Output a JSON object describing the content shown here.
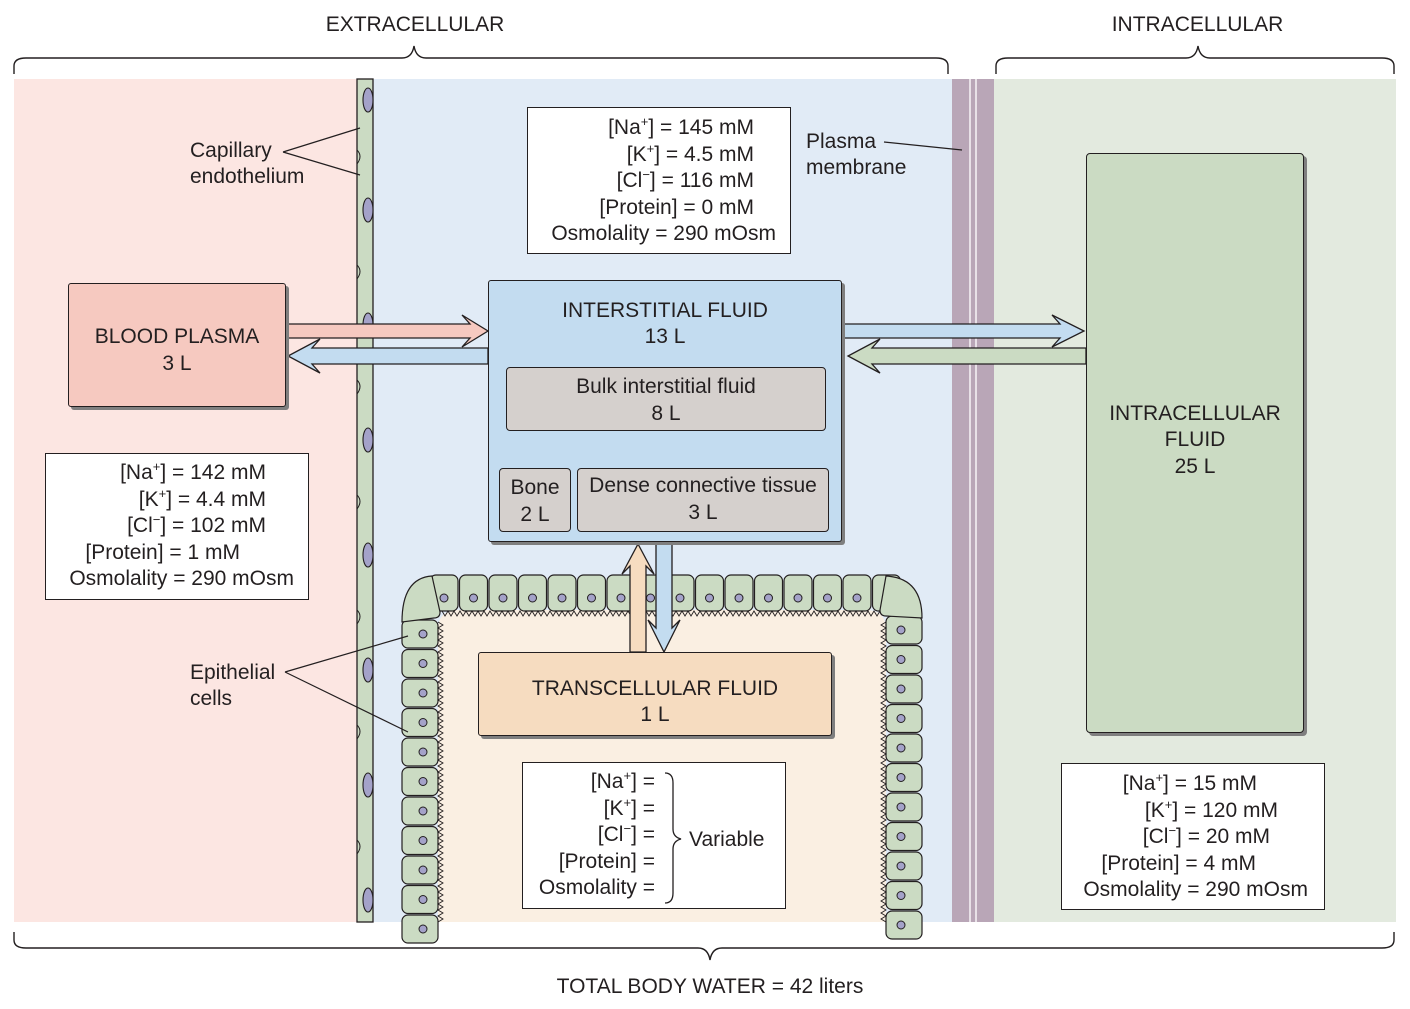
{
  "headers": {
    "extracellular": "EXTRACELLULAR",
    "intracellular": "INTRACELLULAR",
    "total": "TOTAL BODY WATER = 42 liters"
  },
  "labels": {
    "capillary_line1": "Capillary",
    "capillary_line2": "endothelium",
    "plasma_membrane_line1": "Plasma",
    "plasma_membrane_line2": "membrane",
    "epithelial_line1": "Epithelial",
    "epithelial_line2": "cells"
  },
  "compartments": {
    "blood_plasma": {
      "name": "BLOOD PLASMA",
      "volume": "3 L",
      "color": "#f6c9c0"
    },
    "interstitial": {
      "name": "INTERSTITIAL FLUID",
      "volume": "13 L",
      "color": "#c3dcf0"
    },
    "bulk": {
      "name": "Bulk interstitial fluid",
      "volume": "8 L",
      "color": "#d5d0cd"
    },
    "bone": {
      "name": "Bone",
      "volume": "2 L",
      "color": "#d5d0cd"
    },
    "dense": {
      "name": "Dense connective tissue",
      "volume": "3 L",
      "color": "#d5d0cd"
    },
    "transcellular": {
      "name": "TRANSCELLULAR FLUID",
      "volume": "1 L",
      "color": "#f6dcc0"
    },
    "intracellular": {
      "name_line1": "INTRACELLULAR",
      "name_line2": "FLUID",
      "volume": "25 L",
      "color": "#cbdbc3"
    }
  },
  "concentrations": {
    "interstitial": {
      "na_pre": "[Na",
      "na_sup": "+",
      "na_val": "] = 145 mM",
      "k_pre": "[K",
      "k_sup": "+",
      "k_val": "] = 4.5 mM",
      "cl_pre": "[Cl",
      "cl_sup": "−",
      "cl_val": "] = 116 mM",
      "protein": "[Protein] = 0 mM",
      "osmolality": "Osmolality = 290 mOsm"
    },
    "plasma": {
      "na_pre": "[Na",
      "na_sup": "+",
      "na_val": "] = 142 mM",
      "k_pre": "[K",
      "k_sup": "+",
      "k_val": "] = 4.4 mM",
      "cl_pre": "[Cl",
      "cl_sup": "−",
      "cl_val": "] = 102 mM",
      "protein": "[Protein] = 1 mM",
      "osmolality": "Osmolality = 290 mOsm"
    },
    "transcellular": {
      "na_pre": "[Na",
      "na_sup": "+",
      "na_val": "] =",
      "k_pre": "[K",
      "k_sup": "+",
      "k_val": "] =",
      "cl_pre": "[Cl",
      "cl_sup": "−",
      "cl_val": "] =",
      "protein": "[Protein] =",
      "osmolality": "Osmolality =",
      "variable": "Variable"
    },
    "intracellular": {
      "na_pre": "[Na",
      "na_sup": "+",
      "na_val": "] = 15 mM",
      "k_pre": "[K",
      "k_sup": "+",
      "k_val": "] = 120 mM",
      "cl_pre": "[Cl",
      "cl_sup": "−",
      "cl_val": "] = 20 mM",
      "protein": "[Protein] = 4 mM",
      "osmolality": "Osmolality = 290 mOsm"
    }
  },
  "colors": {
    "plasma_bg": "#fce6e2",
    "interstitial_bg": "#e1ebf6",
    "intracellular_bg": "#e3eadf",
    "transcellular_bg": "#faefe2",
    "membrane": "#b9a6b7",
    "cell": "#cbdbc3",
    "nucleus": "#a4a2c9"
  }
}
